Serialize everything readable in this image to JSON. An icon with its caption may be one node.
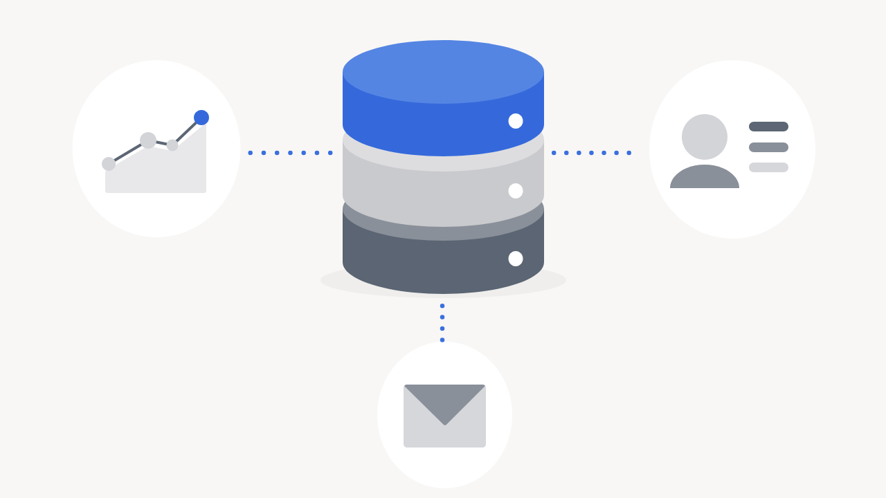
{
  "diagram": {
    "nodes": [
      {
        "text": [],
        "shape": "circle"
      },
      {
        "text": [],
        "shape": "cylinder"
      },
      {
        "text": [],
        "shape": "circle"
      },
      {
        "text": [],
        "shape": "circle"
      }
    ],
    "edges": [
      {
        "from": 0,
        "to": 1,
        "arrow": "none"
      },
      {
        "from": 1,
        "to": 2,
        "arrow": "none"
      },
      {
        "from": 1,
        "to": 3,
        "arrow": "none"
      }
    ]
  }
}
